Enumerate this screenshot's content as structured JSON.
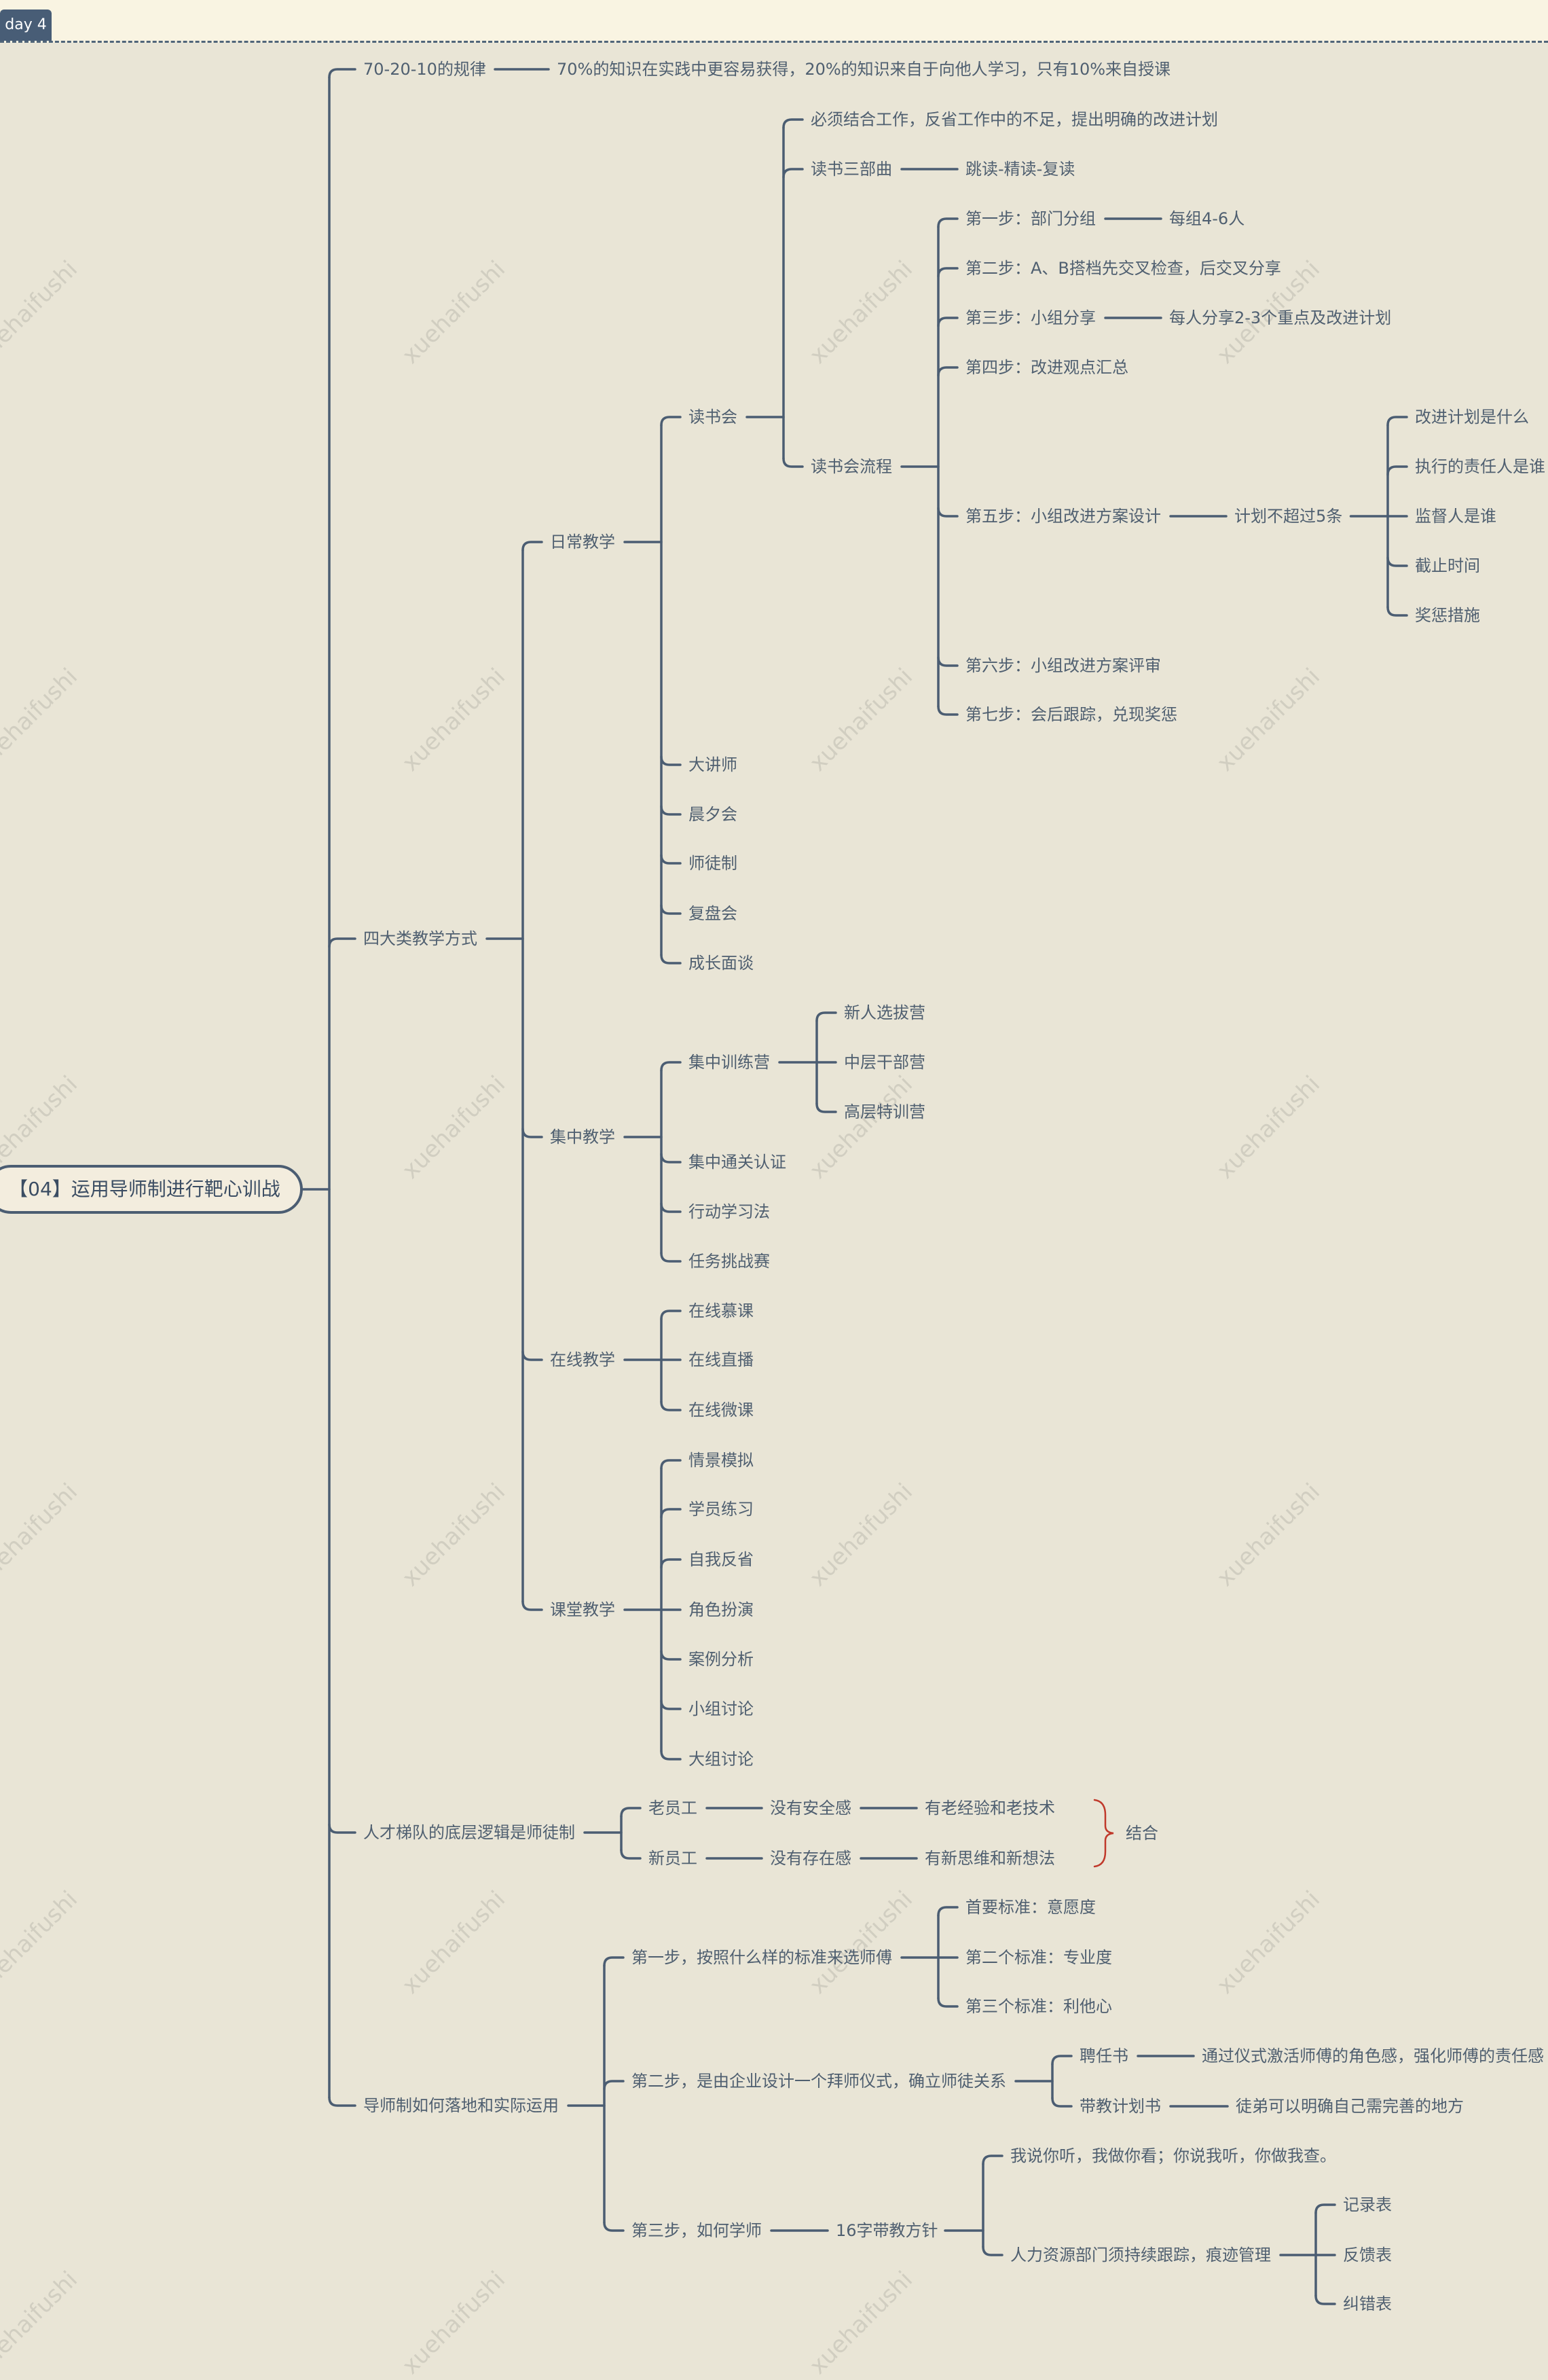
{
  "tab_label": "day 4",
  "root_label": "【04】运用导师制进行靶心训战",
  "watermark": "xuehaifushi",
  "combine_label": "结合",
  "colors": {
    "edge": "#4b5d72",
    "brace": "#c0392b",
    "text": "#4f5f70"
  },
  "tree": [
    {
      "label": "70-20-10的规律",
      "children": [
        {
          "label": "70%的知识在实践中更容易获得，20%的知识来自于向他人学习，只有10%来自授课"
        }
      ]
    },
    {
      "label": "四大类教学方式",
      "children": [
        {
          "label": "日常教学",
          "children": [
            {
              "label": "读书会",
              "children": [
                {
                  "label": "必须结合工作，反省工作中的不足，提出明确的改进计划"
                },
                {
                  "label": "读书三部曲",
                  "children": [
                    {
                      "label": "跳读-精读-复读"
                    }
                  ]
                },
                {
                  "label": "读书会流程",
                  "children": [
                    {
                      "label": "第一步：部门分组",
                      "children": [
                        {
                          "label": "每组4-6人"
                        }
                      ]
                    },
                    {
                      "label": "第二步：A、B搭档先交叉检查，后交叉分享"
                    },
                    {
                      "label": "第三步：小组分享",
                      "children": [
                        {
                          "label": "每人分享2-3个重点及改进计划"
                        }
                      ]
                    },
                    {
                      "label": "第四步：改进观点汇总"
                    },
                    {
                      "label": "第五步：小组改进方案设计",
                      "children": [
                        {
                          "label": "计划不超过5条",
                          "children": [
                            {
                              "label": "改进计划是什么"
                            },
                            {
                              "label": "执行的责任人是谁"
                            },
                            {
                              "label": "监督人是谁"
                            },
                            {
                              "label": "截止时间"
                            },
                            {
                              "label": "奖惩措施"
                            }
                          ]
                        }
                      ]
                    },
                    {
                      "label": "第六步：小组改进方案评审"
                    },
                    {
                      "label": "第七步：会后跟踪，兑现奖惩"
                    }
                  ]
                }
              ]
            },
            {
              "label": "大讲师"
            },
            {
              "label": "晨夕会"
            },
            {
              "label": "师徒制"
            },
            {
              "label": "复盘会"
            },
            {
              "label": "成长面谈"
            }
          ]
        },
        {
          "label": "集中教学",
          "children": [
            {
              "label": "集中训练营",
              "children": [
                {
                  "label": "新人选拔营"
                },
                {
                  "label": "中层干部营"
                },
                {
                  "label": "高层特训营"
                }
              ]
            },
            {
              "label": "集中通关认证"
            },
            {
              "label": "行动学习法"
            },
            {
              "label": "任务挑战赛"
            }
          ]
        },
        {
          "label": "在线教学",
          "children": [
            {
              "label": "在线慕课"
            },
            {
              "label": "在线直播"
            },
            {
              "label": "在线微课"
            }
          ]
        },
        {
          "label": "课堂教学",
          "children": [
            {
              "label": "情景模拟"
            },
            {
              "label": "学员练习"
            },
            {
              "label": "自我反省"
            },
            {
              "label": "角色扮演"
            },
            {
              "label": "案例分析"
            },
            {
              "label": "小组讨论"
            },
            {
              "label": "大组讨论"
            }
          ]
        }
      ]
    },
    {
      "label": "人才梯队的底层逻辑是师徒制",
      "children": [
        {
          "label": "老员工",
          "children": [
            {
              "label": "没有安全感",
              "children": [
                {
                  "label": "有老经验和老技术"
                }
              ]
            }
          ]
        },
        {
          "label": "新员工",
          "children": [
            {
              "label": "没有存在感",
              "children": [
                {
                  "label": "有新思维和新想法"
                }
              ]
            }
          ]
        }
      ]
    },
    {
      "label": "导师制如何落地和实际运用",
      "children": [
        {
          "label": "第一步，按照什么样的标准来选师傅",
          "children": [
            {
              "label": "首要标准：意愿度"
            },
            {
              "label": "第二个标准：专业度"
            },
            {
              "label": "第三个标准：利他心"
            }
          ]
        },
        {
          "label": "第二步，是由企业设计一个拜师仪式，确立师徒关系",
          "children": [
            {
              "label": "聘任书",
              "children": [
                {
                  "label": "通过仪式激活师傅的角色感，强化师傅的责任感"
                }
              ]
            },
            {
              "label": "带教计划书",
              "children": [
                {
                  "label": "徒弟可以明确自己需完善的地方"
                }
              ]
            }
          ]
        },
        {
          "label": "第三步，如何学师",
          "children": [
            {
              "label": "16字带教方针",
              "children": [
                {
                  "label": "我说你听，我做你看；你说我听，你做我查。"
                },
                {
                  "label": "人力资源部门须持续跟踪，痕迹管理",
                  "children": [
                    {
                      "label": "记录表"
                    },
                    {
                      "label": "反馈表"
                    },
                    {
                      "label": "纠错表"
                    }
                  ]
                }
              ]
            }
          ]
        }
      ]
    }
  ]
}
